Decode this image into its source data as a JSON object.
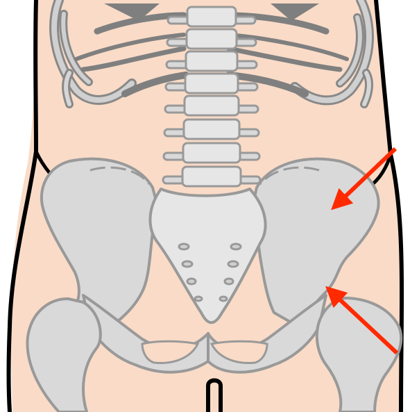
{
  "diagram": {
    "subject": "pelvis-anatomy-illustration",
    "colors": {
      "background": "#ffffff",
      "skin": "#f9dbc7",
      "skin_outline": "#000000",
      "bone_fill": "#d9d9d9",
      "bone_fill_light": "#e6e6e6",
      "bone_outline": "#999999",
      "rib_dark": "#7f7f7f",
      "arrow": "#ff2a00"
    },
    "arrows": [
      {
        "target": "iliac-crest"
      },
      {
        "target": "hip-joint"
      }
    ]
  }
}
